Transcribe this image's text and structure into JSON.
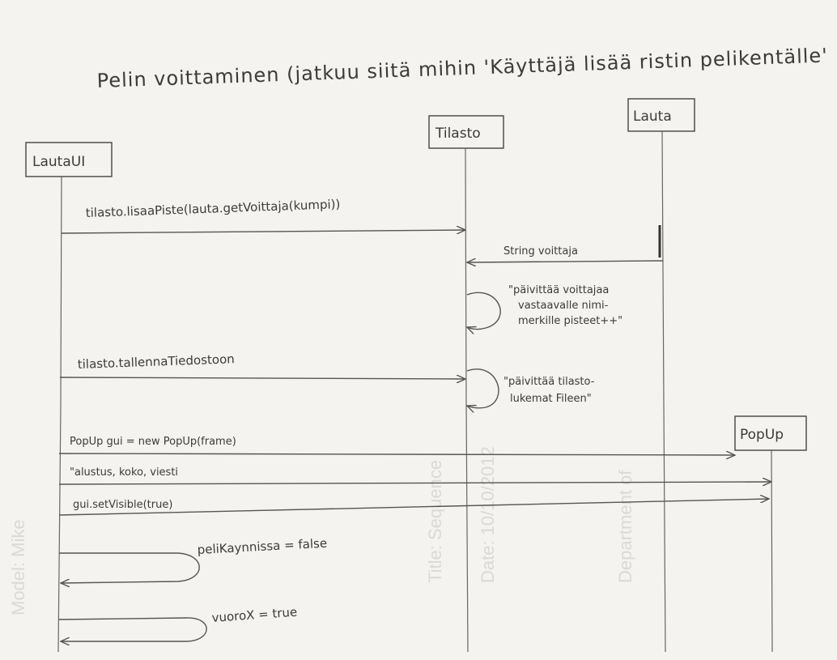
{
  "title": "Pelin voittaminen (jatkuu siitä mihin 'Käyttäjä lisää ristin pelikentälle'",
  "participants": {
    "lautaui": "LautaUI",
    "tilasto": "Tilasto",
    "lauta": "Lauta",
    "popup": "PopUp"
  },
  "messages": {
    "m1": "tilasto.lisaaPiste(lauta.getVoittaja(kumpi))",
    "m2": "String voittaja",
    "m3": "tilasto.tallennaTiedostoon",
    "m4": "PopUp gui = new PopUp(frame)",
    "m5": "\"alustus, koko, viesti",
    "m6": "gui.setVisible(true)",
    "m7": "peliKaynnissa = false",
    "m8": "vuoroX = true"
  },
  "notes": {
    "n1": [
      "\"päivittää voittajaa",
      "vastaavalle nimi-",
      "merkille pisteet++\""
    ],
    "n2": [
      "\"päivittää tilasto-",
      "lukemat Fileen\""
    ]
  },
  "bleedthrough": [
    "Title: Sequence",
    "Date: 10/10/2012",
    "Department of",
    "Model: Mike"
  ]
}
